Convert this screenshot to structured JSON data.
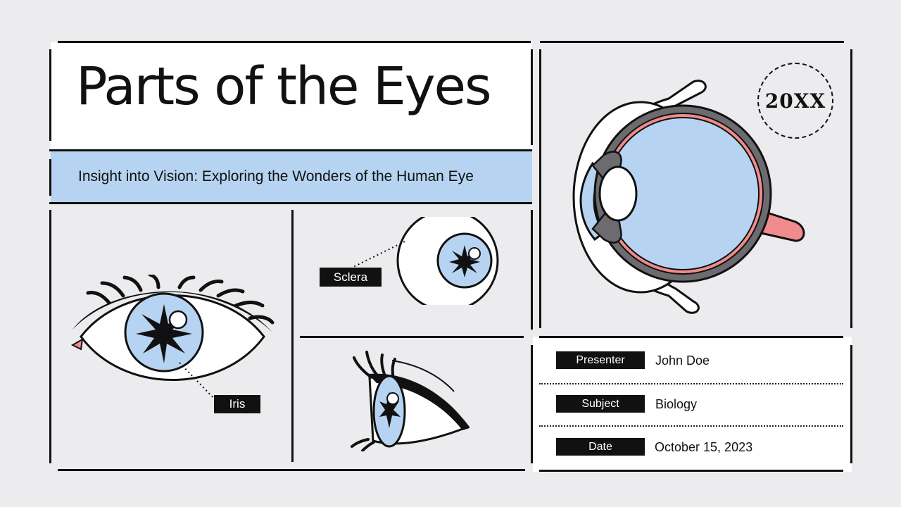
{
  "title": "Parts of the Eyes",
  "subtitle": "Insight into Vision: Exploring the Wonders of the Human Eye",
  "year_badge": "20XX",
  "labels": {
    "sclera": "Sclera",
    "iris": "Iris"
  },
  "info": {
    "presenter_label": "Presenter",
    "presenter_value": "John Doe",
    "subject_label": "Subject",
    "subject_value": "Biology",
    "date_label": "Date",
    "date_value": "October 15, 2023"
  },
  "colors": {
    "background": "#ececef",
    "accent_blue": "#b6d4f1",
    "accent_pink": "#f08c8c",
    "ink": "#111111"
  }
}
